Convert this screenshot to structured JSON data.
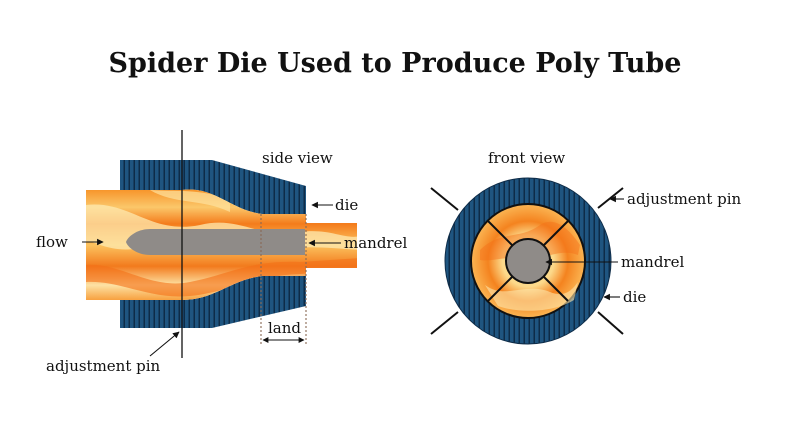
{
  "title": "Spider Die Used to Produce Poly Tube",
  "side_view": {
    "caption": "side view",
    "labels": {
      "flow": "flow",
      "die": "die",
      "mandrel": "mandrel",
      "land": "land",
      "adjustment_pin": "adjustment pin"
    }
  },
  "front_view": {
    "caption": "front view",
    "labels": {
      "adjustment_pin": "adjustment pin",
      "mandrel": "mandrel",
      "die": "die"
    }
  },
  "colors": {
    "die_blue": "#1d4f78",
    "die_stripe": "#0f2f4d",
    "melt_orange": "#f78b1c",
    "melt_light": "#fde7a7",
    "mandrel_gray": "#8e8a87",
    "line": "#111111"
  }
}
